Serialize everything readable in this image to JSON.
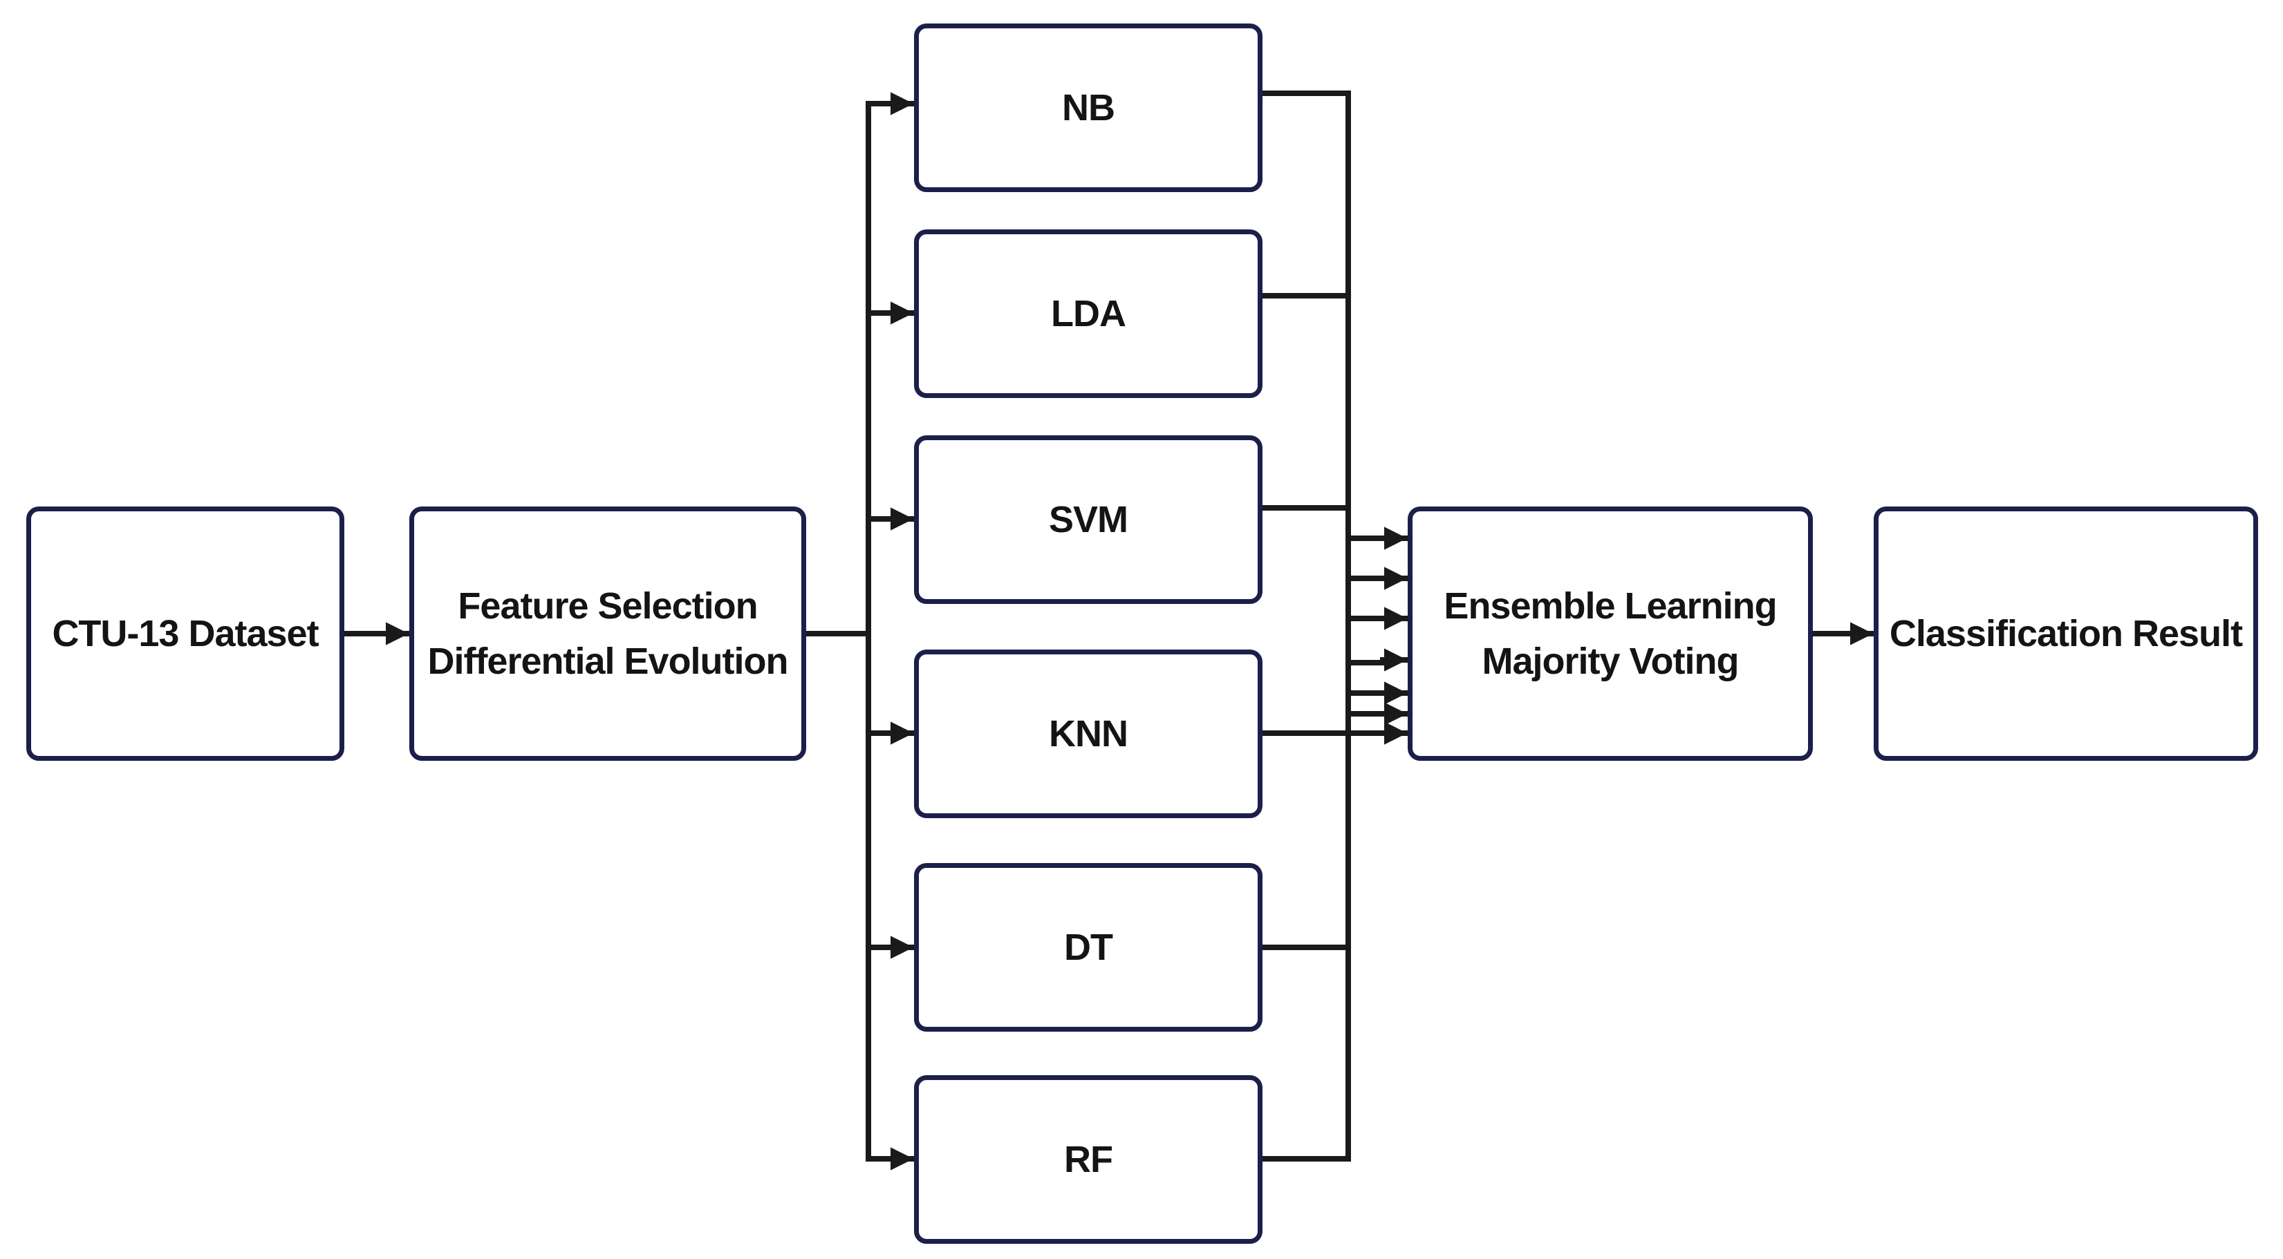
{
  "colors": {
    "box_border": "#1b1f4a",
    "connector": "#1a1a1a",
    "text": "#141414",
    "background": "#ffffff"
  },
  "nodes": {
    "dataset": {
      "label": "CTU-13 Dataset"
    },
    "feature_selection": {
      "line1": "Feature Selection",
      "line2": "Differential Evolution"
    },
    "classifiers": {
      "nb": "NB",
      "lda": "LDA",
      "svm": "SVM",
      "knn": "KNN",
      "dt": "DT",
      "rf": "RF"
    },
    "ensemble": {
      "line1": "Ensemble Learning",
      "line2": "Majority Voting"
    },
    "result": {
      "label": "Classification Result"
    }
  },
  "edges": [
    {
      "from": "dataset",
      "to": "feature_selection"
    },
    {
      "from": "feature_selection",
      "to": "nb"
    },
    {
      "from": "feature_selection",
      "to": "lda"
    },
    {
      "from": "feature_selection",
      "to": "svm"
    },
    {
      "from": "feature_selection",
      "to": "knn"
    },
    {
      "from": "feature_selection",
      "to": "dt"
    },
    {
      "from": "feature_selection",
      "to": "rf"
    },
    {
      "from": "nb",
      "to": "ensemble"
    },
    {
      "from": "lda",
      "to": "ensemble"
    },
    {
      "from": "svm",
      "to": "ensemble"
    },
    {
      "from": "knn",
      "to": "ensemble"
    },
    {
      "from": "dt",
      "to": "ensemble"
    },
    {
      "from": "rf",
      "to": "ensemble"
    },
    {
      "from": "ensemble",
      "to": "result"
    }
  ]
}
